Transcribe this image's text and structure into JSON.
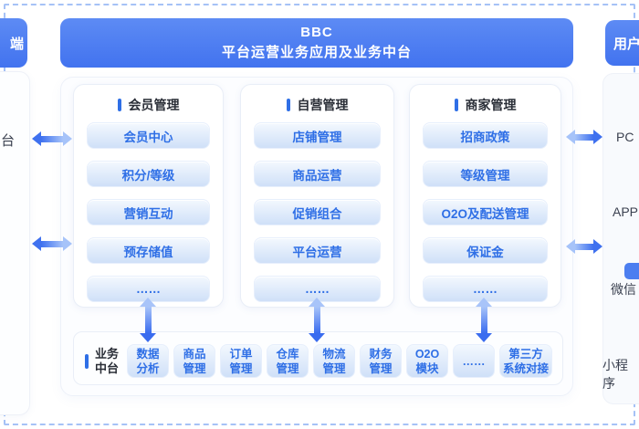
{
  "colors": {
    "accent_blue": "#2f6fe6",
    "header_blue": "#4b7df1",
    "arrow_deep": "#3f71ef",
    "arrow_light": "#a6c3f9",
    "dashed_border": "#a6c2f6",
    "button_fill_top": "#f3f8fe",
    "button_fill_bottom": "#cfe0f8"
  },
  "left_panel": {
    "header_fragment": "端",
    "item_fragment": "台"
  },
  "main": {
    "header": {
      "line1": "BBC",
      "line2": "平台运营业务应用及业务中台"
    },
    "columns": [
      {
        "title": "会员管理",
        "buttons": [
          "会员中心",
          "积分/等级",
          "营销互动",
          "预存储值",
          "……"
        ]
      },
      {
        "title": "自营管理",
        "buttons": [
          "店铺管理",
          "商品运营",
          "促销组合",
          "平台运营",
          "……"
        ]
      },
      {
        "title": "商家管理",
        "buttons": [
          "招商政策",
          "等级管理",
          "O2O及配送管理",
          "保证金",
          "……"
        ]
      }
    ],
    "bottom_bar": {
      "label": "业务\n中台",
      "modules": [
        "数据\n分析",
        "商品\n管理",
        "订单\n管理",
        "仓库\n管理",
        "物流\n管理",
        "财务\n管理",
        "O2O\n模块",
        "……",
        "第三方\n系统对接"
      ]
    }
  },
  "right_panel": {
    "header": "用户",
    "items": [
      "PC",
      "APP",
      "微信",
      "小程序"
    ]
  }
}
